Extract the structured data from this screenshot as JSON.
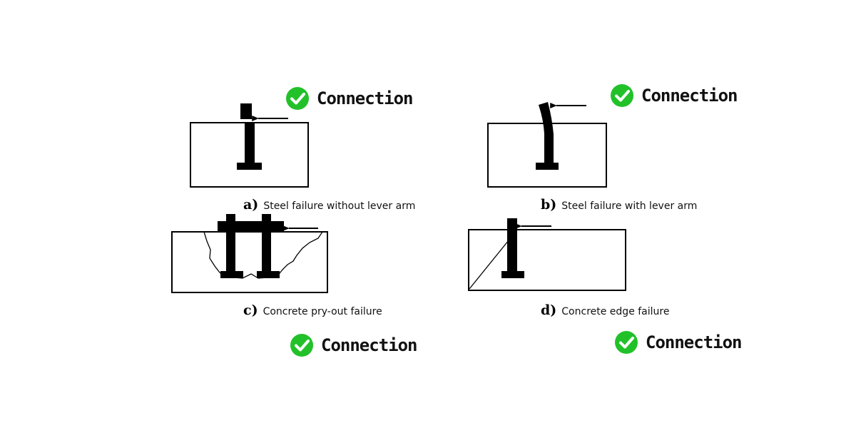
{
  "colors": {
    "check_fill": "#22c12a",
    "ink": "#000000"
  },
  "icons": {
    "badge_icon": "check-circle-icon"
  },
  "panels": [
    {
      "id": "a",
      "letter": "a)",
      "caption": "Steel failure without lever arm",
      "badge": "Connection"
    },
    {
      "id": "b",
      "letter": "b)",
      "caption": "Steel failure with lever arm",
      "badge": "Connection"
    },
    {
      "id": "c",
      "letter": "c)",
      "caption": "Concrete pry-out failure",
      "badge": "Connection"
    },
    {
      "id": "d",
      "letter": "d)",
      "caption": "Concrete edge failure",
      "badge": "Connection"
    }
  ]
}
